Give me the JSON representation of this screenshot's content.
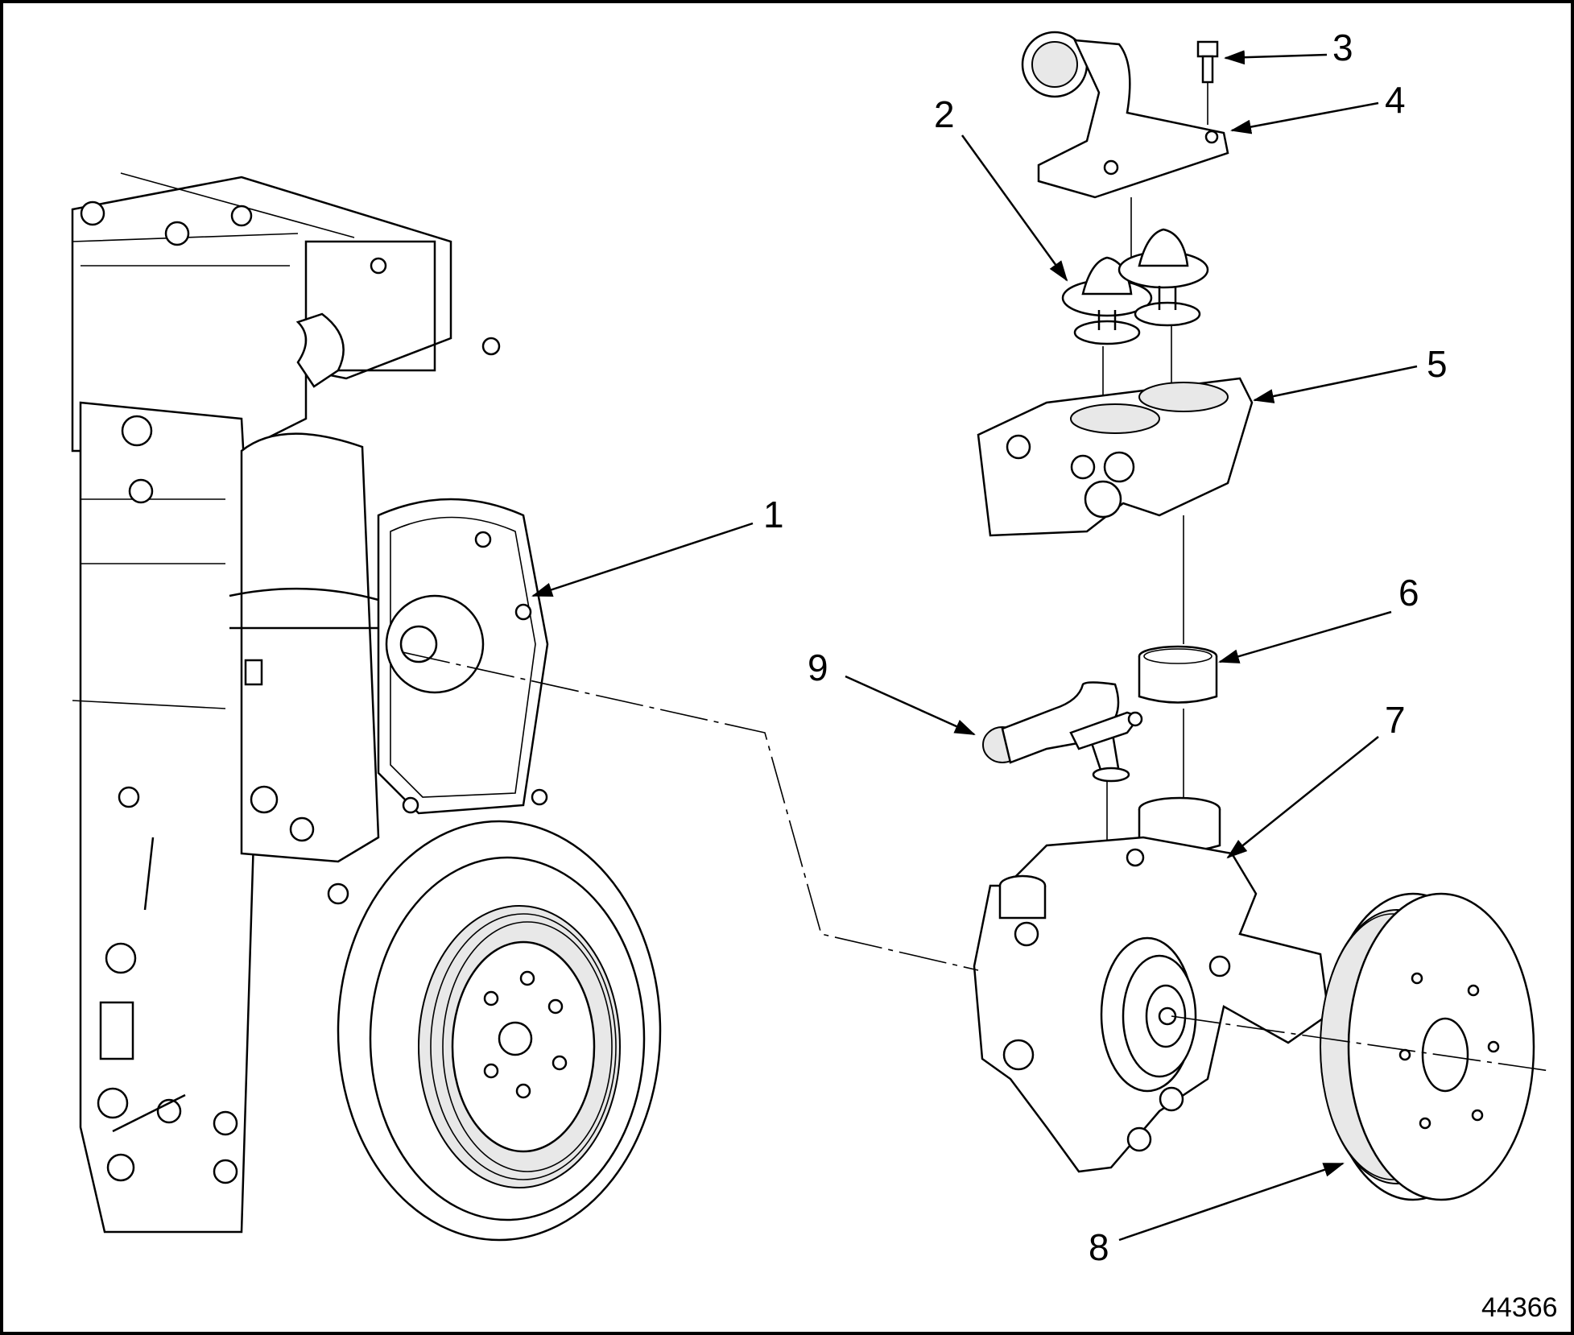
{
  "figure": {
    "figure_id": "44366",
    "callouts": [
      {
        "num": "1"
      },
      {
        "num": "2"
      },
      {
        "num": "3"
      },
      {
        "num": "4"
      },
      {
        "num": "5"
      },
      {
        "num": "6"
      },
      {
        "num": "7"
      },
      {
        "num": "8"
      },
      {
        "num": "9"
      }
    ]
  }
}
